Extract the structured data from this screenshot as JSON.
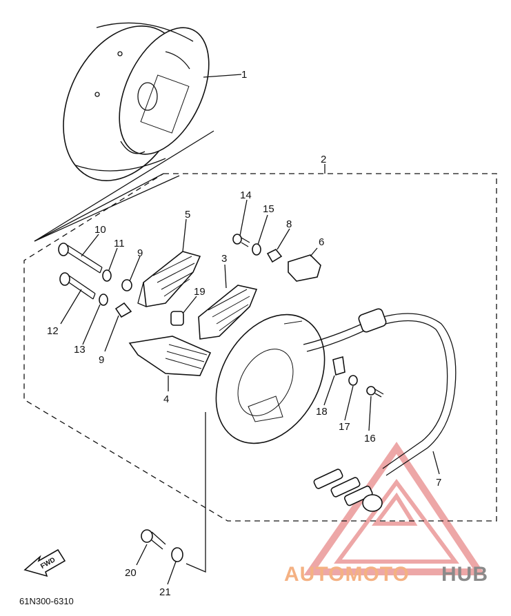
{
  "diagram": {
    "part_numbers": {
      "p1": "1",
      "p2": "2",
      "p3": "3",
      "p4": "4",
      "p5": "5",
      "p6": "6",
      "p7": "7",
      "p8": "8",
      "p9a": "9",
      "p9b": "9",
      "p10": "10",
      "p11": "11",
      "p12": "12",
      "p13": "13",
      "p14": "14",
      "p15": "15",
      "p16": "16",
      "p17": "17",
      "p18": "18",
      "p19": "19",
      "p20": "20",
      "p21": "21"
    },
    "find_label": "FWD",
    "catalog_code": "61N300-6310"
  },
  "watermark": {
    "brand_part1": "AUTOMOTO",
    "brand_part2": "HUB",
    "color_triangle": "#e88a8a",
    "color_auto": "#f4b183",
    "color_hub": "#8a8a8a"
  },
  "icons": [
    "fwd-arrow-icon",
    "watermark-triangle-icon"
  ]
}
